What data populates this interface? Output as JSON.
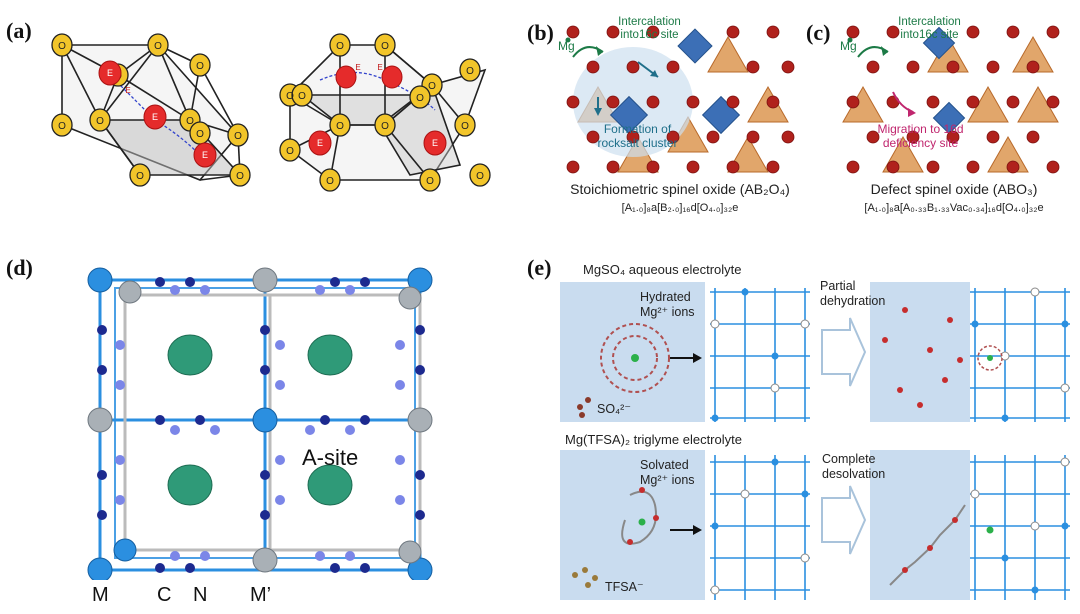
{
  "labels": {
    "a": "(a)",
    "b": "(b)",
    "c": "(c)",
    "d": "(d)",
    "e": "(e)"
  },
  "panel_a": {
    "atom_label": "O",
    "energy_labels": [
      "E",
      "E",
      "E",
      "E",
      "E",
      "E",
      "E",
      "E"
    ]
  },
  "panel_b": {
    "mg": "Mg",
    "intercalation": "Intercalation into16c site",
    "formation": "Formation of rocksalt cluster",
    "caption": "Stoichiometric spinel oxide (AB₂O₄)",
    "formula": "[A₁.₀]₈a[B₂.₀]₁₆d[O₄.₀]₃₂e"
  },
  "panel_c": {
    "mg": "Mg",
    "intercalation": "Intercalation into16c site",
    "migration": "Migration to 16d deficiency site",
    "caption": "Defect spinel oxide (ABO₃)",
    "formula": "[A₁.₀]₈a[A₀.₃₃B₁.₃₃Vac₀.₃₄]₁₆d[O₄.₀]₃₂e"
  },
  "panel_d": {
    "site_label": "A-site",
    "bottom_labels": [
      "M",
      "C",
      "N",
      "M’"
    ]
  },
  "panel_e": {
    "top_title": "MgSO₄ aqueous electrolyte",
    "top_ion": "Hydrated Mg²⁺ ions",
    "top_process": "Partial dehydration",
    "top_anion": "SO₄²⁻",
    "bot_title": "Mg(TFSA)₂ triglyme electrolyte",
    "bot_ion": "Solvated Mg²⁺ ions",
    "bot_process": "Complete desolvation",
    "bot_anion": "TFSA⁻"
  },
  "colors": {
    "oxygen": "#f2c52a",
    "cation": "#e52b2b",
    "framework_blue": "#2b8fe0",
    "asite": "#2f9a78",
    "spinel_orange": "#d7883a",
    "spinel_blue": "#3c6fb6",
    "bg_blue": "#c9dcef"
  }
}
